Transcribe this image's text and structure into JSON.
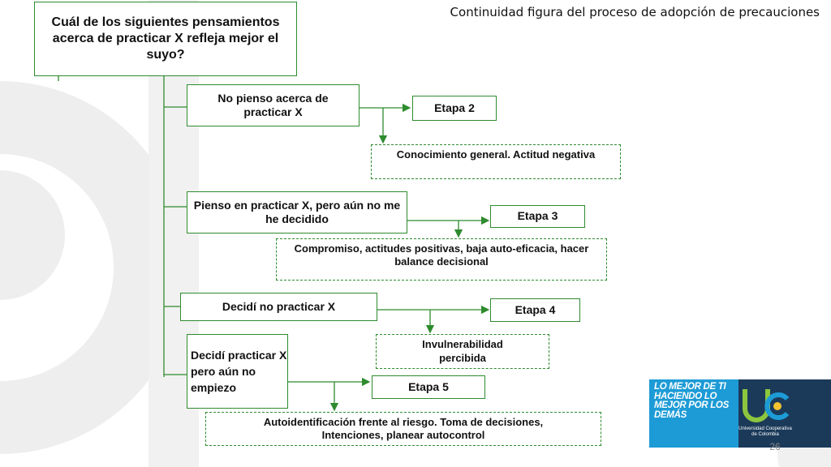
{
  "slide": {
    "title": "Continuidad figura del proceso de adopción de precauciones",
    "page_number": "26"
  },
  "diagram": {
    "question": "Cuál de los siguientes pensamientos acerca de practicar X refleja mejor el suyo?",
    "branches": [
      {
        "thought": "No pienso acerca de practicar X",
        "stage": "Etapa 2",
        "description": "Conocimiento general. Actitud negativa"
      },
      {
        "thought": "Pienso en practicar X, pero aún no me he decidido",
        "stage": "Etapa 3",
        "description": "Compromiso, actitudes positivas, baja auto-eficacia, hacer balance decisional"
      },
      {
        "thought": "Decidí no practicar X",
        "stage": "Etapa 4",
        "description": "Invulnerabilidad percibida"
      },
      {
        "thought": "Decidí practicar X pero aún no empiezo",
        "stage": "Etapa 5",
        "description": "Autoidentificación  frente al riesgo.  Toma de decisiones, Intenciones, planear autocontrol"
      }
    ]
  },
  "logo": {
    "slogan": "LO MEJOR DE TI HACIENDO LO MEJOR POR LOS DEMÁS",
    "university": "Universidad Cooperativa de Colombia",
    "colors": {
      "cyan": "#1d9bd6",
      "navy": "#1b3a5a",
      "green": "#8cc63f",
      "yellow": "#f2c230"
    }
  },
  "colors": {
    "connector": "#2e8b2e",
    "background_shape": "#eeeeee"
  }
}
